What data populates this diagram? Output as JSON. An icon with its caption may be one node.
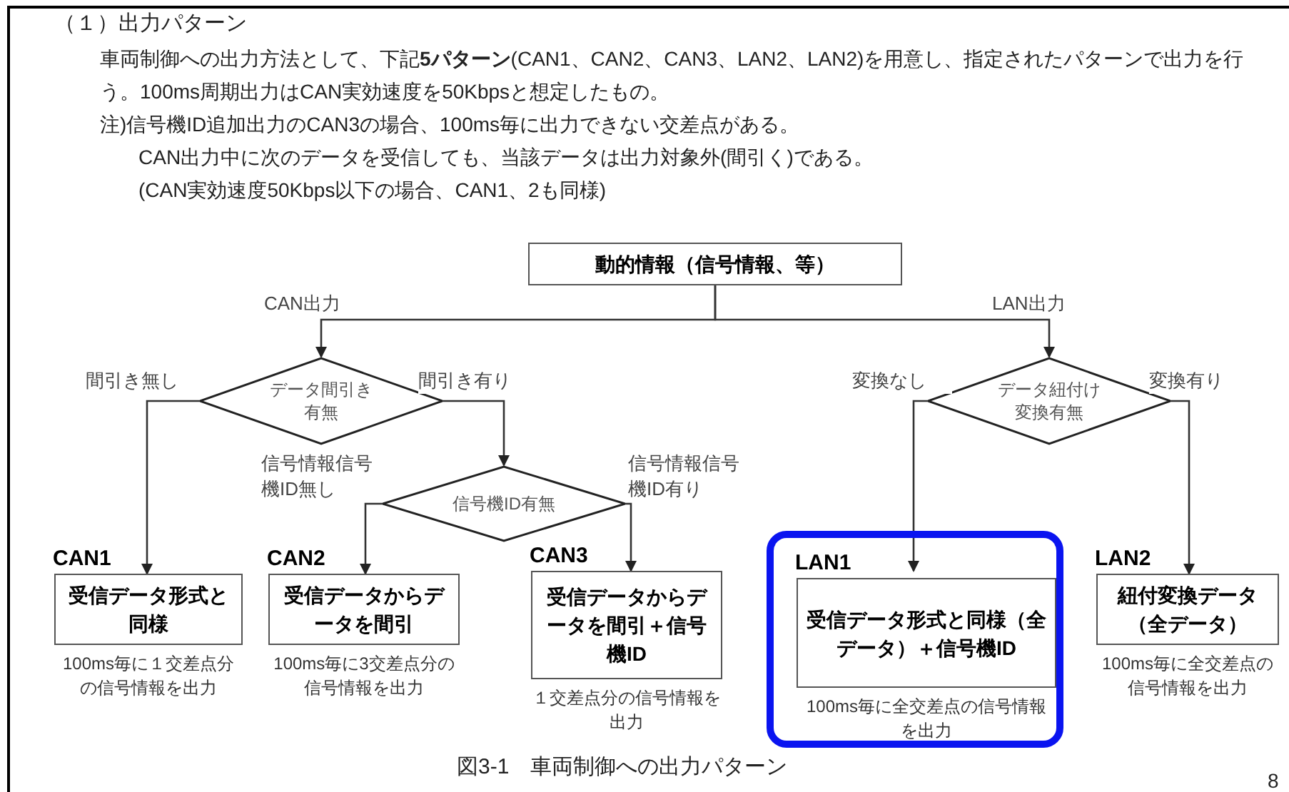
{
  "diagram": {
    "title": "（１）出力パターン",
    "caption": "図3-1　車両制御への出力パターン",
    "nodes": [
      {
        "text": [
          "動的情報（信号情報、等）"
        ]
      },
      {
        "text": [
          "データ間引き有無"
        ]
      },
      {
        "text": [
          "信号機ID有無"
        ]
      },
      {
        "text": [
          "データ紐付け変換有無"
        ]
      },
      {
        "text": [
          "CAN1",
          "受信データ形式と同様"
        ],
        "beside": [
          "100ms毎に１交差点分の信号情報を出力"
        ]
      },
      {
        "text": [
          "CAN2",
          "受信データからデータを間引"
        ],
        "beside": [
          "100ms毎に3交差点分の信号情報を出力"
        ]
      },
      {
        "text": [
          "CAN3",
          "受信データからデータを間引＋信号機ID"
        ],
        "beside": [
          "１交差点分の信号情報を出力"
        ]
      },
      {
        "text": [],
        "shape": "box"
      },
      {
        "text": [
          "LAN1",
          "受信データ形式と同様（全データ）＋信号機ID"
        ],
        "beside": [
          "100ms毎に全交差点の信号情報を出力"
        ],
        "in": 7
      },
      {
        "text": [
          "LAN2",
          "紐付変換データ（全データ）"
        ],
        "beside": [
          "100ms毎に全交差点の信号情報を出力"
        ]
      }
    ],
    "edges": [
      {
        "from": 0,
        "to": 1,
        "arrow": "to",
        "label": "CAN出力"
      },
      {
        "from": 0,
        "to": 3,
        "arrow": "to",
        "label": "LAN出力"
      },
      {
        "from": 1,
        "to": 4,
        "arrow": "to",
        "label": "間引き無し"
      },
      {
        "from": 1,
        "to": 2,
        "arrow": "to",
        "label": "間引き有り"
      },
      {
        "from": 2,
        "to": 5,
        "arrow": "to",
        "label": "信号情報信号機ID無し"
      },
      {
        "from": 2,
        "to": 6,
        "arrow": "to",
        "label": "信号情報信号機ID有り"
      },
      {
        "from": 3,
        "to": 8,
        "arrow": "to",
        "label": "変換なし"
      },
      {
        "from": 3,
        "to": 9,
        "arrow": "to",
        "label": "変換有り"
      }
    ],
    "labels": [
      "車両制御への出力方法として、下記**5パターン**(CAN1、CAN2、CAN3、LAN2、LAN2)を用意し、指定されたパターンで出力を行う。100ms周期出力はCAN実効速度を50Kbpsと想定したもの。",
      "注)信号機ID追加出力のCAN3の場合、100ms毎に出力できない交差点がある。",
      "CAN出力中に次のデータを受信しても、当該データは出力対象外(間引く)である。",
      "(CAN実効速度50Kbps以下の場合、CAN1、2も同様)",
      "8"
    ]
  }
}
